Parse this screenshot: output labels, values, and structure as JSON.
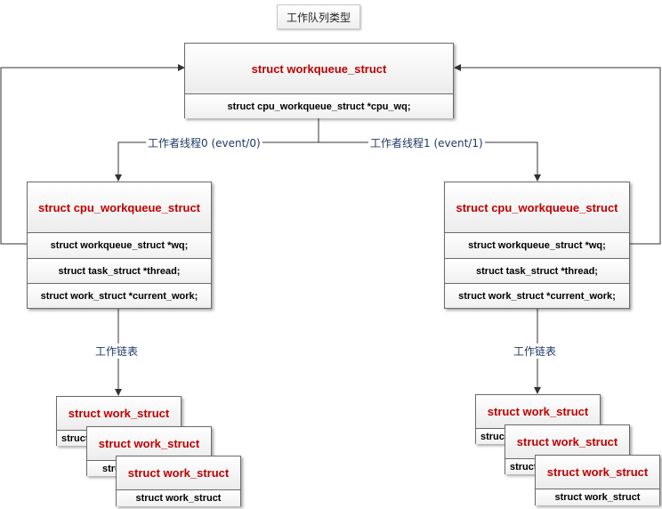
{
  "title": "工作队列类型",
  "workqueue": {
    "head": "struct workqueue_struct",
    "fields": [
      "struct cpu_workqueue_struct *cpu_wq;"
    ]
  },
  "edge_labels": {
    "worker0": "工作者线程0 (event/0)",
    "worker1": "工作者线程1 (event/1)",
    "worklist_left": "工作链表",
    "worklist_right": "工作链表"
  },
  "cpu_left": {
    "head": "struct cpu_workqueue_struct",
    "fields": [
      "struct workqueue_struct *wq;",
      "struct task_struct *thread;",
      "struct work_struct *current_work;"
    ]
  },
  "cpu_right": {
    "head": "struct cpu_workqueue_struct",
    "fields": [
      "struct workqueue_struct *wq;",
      "struct task_struct *thread;",
      "struct work_struct *current_work;"
    ]
  },
  "work_left": [
    {
      "head": "struct work_struct",
      "field": "struct work_struct"
    },
    {
      "head": "struct work_struct",
      "field": "struct work_struct"
    },
    {
      "head": "struct work_struct",
      "field": "struct work_struct"
    }
  ],
  "work_right": [
    {
      "head": "struct work_struct",
      "field": "struct work_struct"
    },
    {
      "head": "struct work_struct",
      "field": "struct work_struct"
    },
    {
      "head": "struct work_struct",
      "field": "struct work_struct"
    }
  ]
}
